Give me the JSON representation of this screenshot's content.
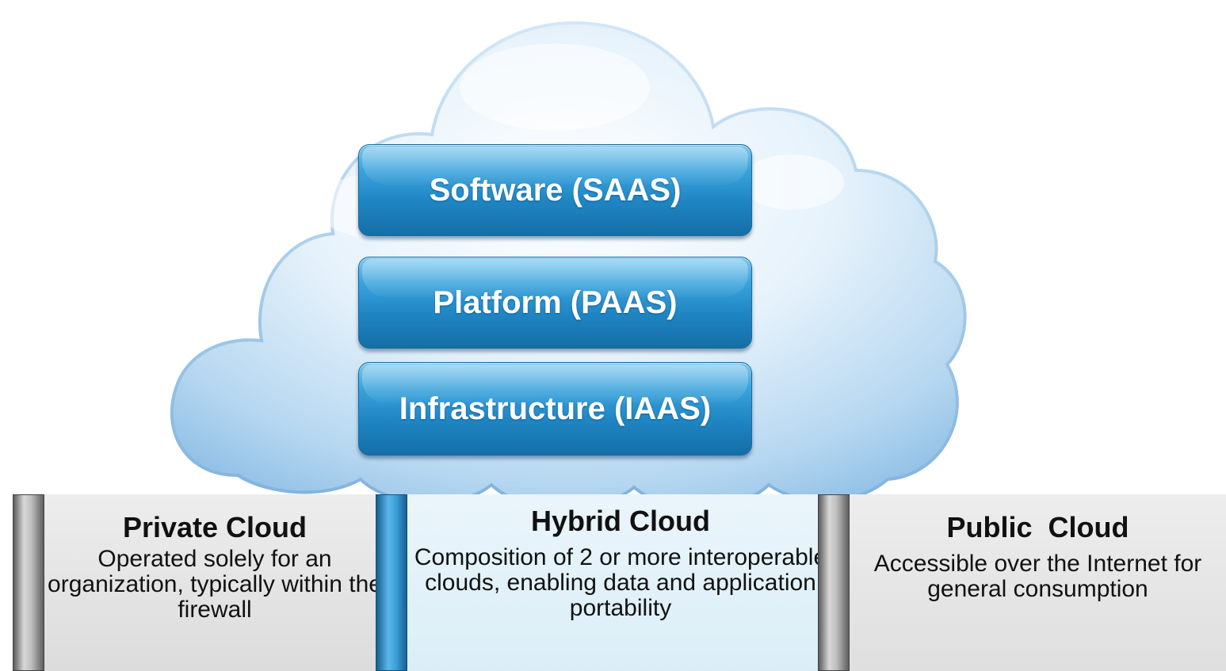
{
  "cloud": {
    "colors": {
      "fill_light": "#f6fbff",
      "fill_mid": "#cfe6f8",
      "fill_dark": "#8fc0e6",
      "outline": "#aacdea"
    }
  },
  "service_layers": [
    {
      "label": "Software (SAAS)"
    },
    {
      "label": "Platform (PAAS)"
    },
    {
      "label": "Infrastructure (IAAS)"
    }
  ],
  "deployment_models": [
    {
      "title": "Private Cloud",
      "description": "Operated solely for an organization, typically within the firewall",
      "accent": "gray"
    },
    {
      "title": "Hybrid Cloud",
      "description": "Composition of 2 or more interoperable clouds, enabling data and application portability",
      "accent": "blue"
    },
    {
      "title": "Public  Cloud",
      "description": "Accessible over the Internet for general consumption",
      "accent": "gray"
    }
  ],
  "colors": {
    "layer_blue": "#1f86c4",
    "hybrid_panel": "#e3f2fa",
    "gray_panel": "#e6e6e6"
  }
}
